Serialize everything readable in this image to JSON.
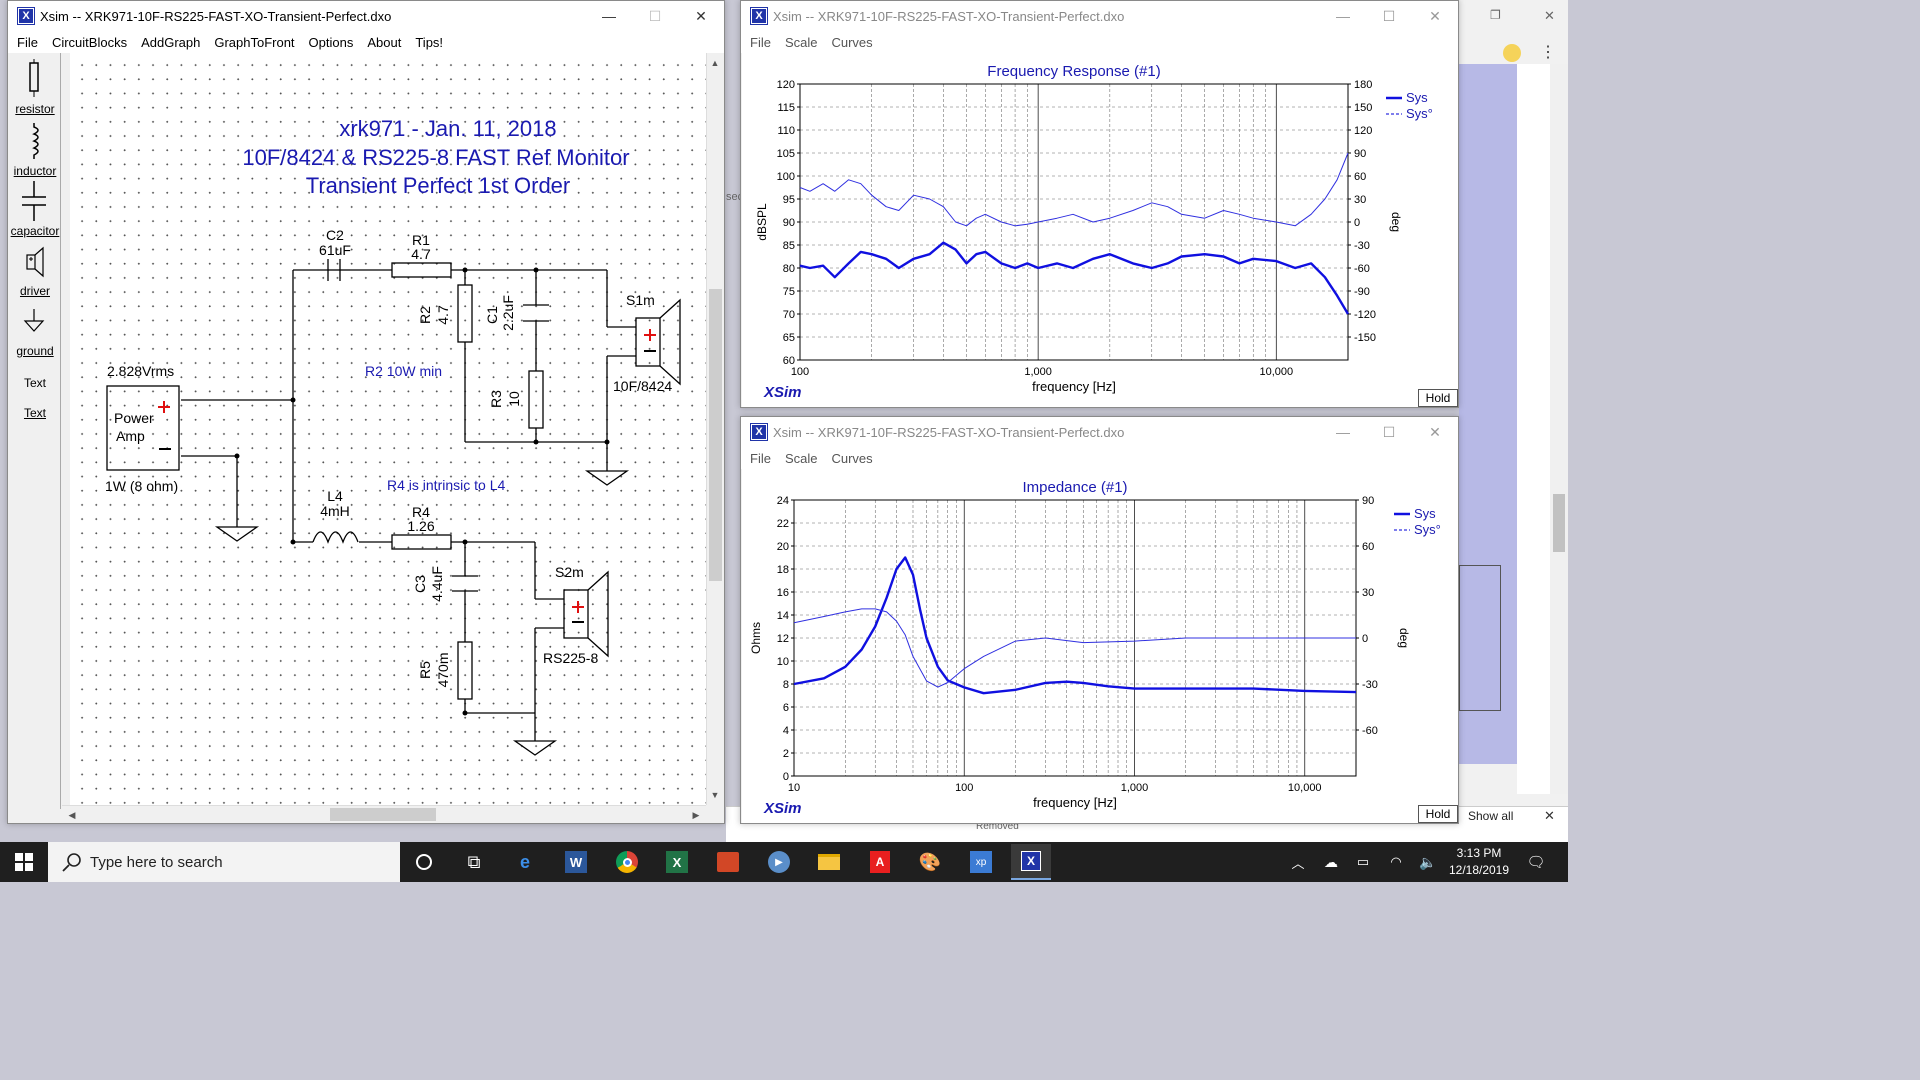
{
  "schematic_window": {
    "title": "Xsim -- XRK971-10F-RS225-FAST-XO-Transient-Perfect.dxo",
    "menu": [
      "File",
      "CircuitBlocks",
      "AddGraph",
      "GraphToFront",
      "Options",
      "About",
      "Tips!"
    ],
    "palette": [
      {
        "label": "resistor",
        "icon": "resistor-icon"
      },
      {
        "label": "inductor",
        "icon": "inductor-icon"
      },
      {
        "label": "capacitor",
        "icon": "capacitor-icon"
      },
      {
        "label": "driver",
        "icon": "driver-icon"
      },
      {
        "label": "ground",
        "icon": "ground-icon"
      },
      {
        "label": "Text",
        "icon": ""
      },
      {
        "label": "Text",
        "icon": ""
      }
    ],
    "heading": [
      "xrk971  -  Jan. 11, 2018",
      "10F/8424 & RS225-8 FAST Ref Monitor",
      "Transient Perfect 1st Order"
    ],
    "parts": {
      "c2_name": "C2",
      "c2_value": "61uF",
      "r1_name": "R1",
      "r1_value": "4.7",
      "r2_name": "R2",
      "r2_value": "4.7",
      "c1_name": "C1",
      "c1_value": "2.2uF",
      "r3_name": "R3",
      "r3_value": "10",
      "s1_name": "S1m",
      "s1_value": "10F/8424",
      "amp_voltage": "2.828Vrms",
      "amp_line1": "Power",
      "amp_line2": "Amp",
      "amp_power": "1W (8 ohm)",
      "note_r2": "R2 10W min",
      "note_r4": "R4 is intrinsic to L4",
      "l4_name": "L4",
      "l4_value": "4mH",
      "r4_name": "R4",
      "r4_value": "1.26",
      "c3_name": "C3",
      "c3_value": "4.4uF",
      "r5_name": "R5",
      "r5_value": "470m",
      "s2_name": "S2m",
      "s2_value": "RS225-8"
    }
  },
  "freq_window": {
    "title": "Xsim -- XRK971-10F-RS225-FAST-XO-Transient-Perfect.dxo",
    "menu": [
      "File",
      "Scale",
      "Curves"
    ],
    "hold": "Hold",
    "brand": "XSim"
  },
  "imp_window": {
    "title": "Xsim -- XRK971-10F-RS225-FAST-XO-Transient-Perfect.dxo",
    "menu": [
      "File",
      "Scale",
      "Curves"
    ],
    "hold": "Hold",
    "brand": "XSim"
  },
  "chart_data": [
    {
      "type": "line",
      "title": "Frequency Response (#1)",
      "xlabel": "frequency [Hz]",
      "ylabel": "dBSPL",
      "y2label": "deg",
      "xscale": "log",
      "xlim": [
        100,
        20000
      ],
      "ylim": [
        60,
        120
      ],
      "y2lim": [
        -180,
        180
      ],
      "xticks": [
        "100",
        "1,000",
        "10,000"
      ],
      "yticks": [
        "60",
        "65",
        "70",
        "75",
        "80",
        "85",
        "90",
        "95",
        "100",
        "105",
        "110",
        "115",
        "120"
      ],
      "y2ticks": [
        "-150",
        "-120",
        "-90",
        "-60",
        "-30",
        "0",
        "30",
        "60",
        "90",
        "120",
        "150",
        "180"
      ],
      "legend": "top-right",
      "series": [
        {
          "name": "Sys",
          "axis": "left",
          "style": "solid",
          "color": "#1010e0",
          "x": [
            100,
            110,
            125,
            140,
            160,
            180,
            200,
            230,
            260,
            300,
            350,
            400,
            450,
            500,
            550,
            600,
            700,
            800,
            900,
            1000,
            1200,
            1400,
            1700,
            2000,
            2500,
            3000,
            3500,
            4000,
            5000,
            6000,
            7000,
            8000,
            10000,
            12000,
            14000,
            16000,
            18000,
            20000
          ],
          "y": [
            80.5,
            80,
            80.5,
            78,
            81,
            83.5,
            83,
            82,
            80,
            82,
            83,
            85.5,
            84,
            81,
            83,
            83.5,
            81,
            80,
            81,
            80,
            81,
            80,
            82,
            83,
            81,
            80,
            81,
            82.5,
            83,
            82.5,
            81,
            82,
            81.5,
            80,
            81,
            78,
            74,
            70
          ]
        },
        {
          "name": "Sys°",
          "axis": "right",
          "style": "dashed",
          "color": "#3030e0",
          "x": [
            100,
            110,
            125,
            140,
            160,
            180,
            200,
            230,
            260,
            300,
            350,
            400,
            450,
            500,
            550,
            600,
            700,
            800,
            900,
            1000,
            1200,
            1400,
            1700,
            2000,
            2500,
            3000,
            3500,
            4000,
            5000,
            6000,
            7000,
            8000,
            10000,
            12000,
            14000,
            16000,
            18000,
            20000
          ],
          "y": [
            45,
            40,
            50,
            40,
            55,
            50,
            35,
            20,
            15,
            35,
            30,
            20,
            0,
            -5,
            5,
            10,
            0,
            -5,
            -3,
            0,
            5,
            10,
            0,
            5,
            15,
            25,
            20,
            10,
            5,
            15,
            10,
            5,
            0,
            -5,
            10,
            30,
            55,
            90
          ]
        }
      ]
    },
    {
      "type": "line",
      "title": "Impedance (#1)",
      "xlabel": "frequency [Hz]",
      "ylabel": "Ohms",
      "y2label": "deg",
      "xscale": "log",
      "xlim": [
        10,
        20000
      ],
      "ylim": [
        0,
        24
      ],
      "y2lim": [
        -90,
        90
      ],
      "xticks": [
        "10",
        "100",
        "1,000",
        "10,000"
      ],
      "yticks": [
        "0",
        "2",
        "4",
        "6",
        "8",
        "10",
        "12",
        "14",
        "16",
        "18",
        "20",
        "22",
        "24"
      ],
      "y2ticks": [
        "-60",
        "-30",
        "0",
        "30",
        "60",
        "90"
      ],
      "legend": "top-right",
      "series": [
        {
          "name": "Sys",
          "axis": "left",
          "style": "solid",
          "color": "#1010e0",
          "x": [
            10,
            15,
            20,
            25,
            30,
            35,
            40,
            45,
            50,
            55,
            60,
            70,
            80,
            100,
            130,
            200,
            300,
            400,
            500,
            700,
            1000,
            2000,
            5000,
            10000,
            20000
          ],
          "y": [
            8,
            8.5,
            9.5,
            11,
            13,
            15.5,
            18,
            19,
            17.5,
            14.5,
            12,
            9.5,
            8.3,
            7.7,
            7.2,
            7.5,
            8.1,
            8.2,
            8.1,
            7.8,
            7.6,
            7.6,
            7.6,
            7.4,
            7.3
          ]
        },
        {
          "name": "Sys°",
          "axis": "right",
          "style": "dashed",
          "color": "#3030e0",
          "x": [
            10,
            15,
            20,
            25,
            30,
            35,
            40,
            45,
            50,
            60,
            70,
            80,
            100,
            130,
            200,
            300,
            500,
            1000,
            2000,
            5000,
            10000,
            20000
          ],
          "y": [
            10,
            14,
            17,
            19,
            19,
            17,
            11,
            2,
            -12,
            -28,
            -32,
            -29,
            -20,
            -12,
            -2,
            0,
            -3,
            -2,
            0,
            0,
            0,
            0
          ]
        }
      ]
    }
  ],
  "background_fragments": {
    "sec_text": "sec",
    "removed": "Removed",
    "show_all": "Show all",
    "close": "✕"
  },
  "taskbar": {
    "search_placeholder": "Type here to search",
    "time": "3:13 PM",
    "date": "12/18/2019"
  }
}
